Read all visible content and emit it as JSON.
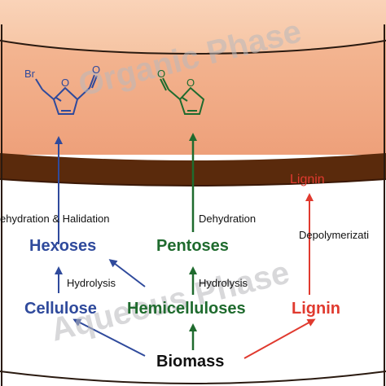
{
  "phases": {
    "organic": "Organic Phase",
    "aqueous": "Aqueous Phase"
  },
  "layer_label": "Lignin",
  "process_labels": {
    "dehydration_halidation": "ehydration & Halidation",
    "dehydration": "Dehydration",
    "depolymerization": "Depolymerizati",
    "hydrolysis_left": "Hydrolysis",
    "hydrolysis_right": "Hydrolysis"
  },
  "compounds": {
    "hexoses": "Hexoses",
    "pentoses": "Pentoses",
    "cellulose": "Cellulose",
    "hemicelluloses": "Hemicelluloses",
    "lignin": "Lignin",
    "biomass": "Biomass"
  },
  "molecules": {
    "left_substituent": "Br",
    "left_ring_atom": "O",
    "left_carbonyl": "O",
    "right_ring_atom": "O",
    "right_carbonyl": "O"
  },
  "colors": {
    "organic_top": "#f7c4a3",
    "organic_body": "#f2b08b",
    "brown_band": "#5a2a0c",
    "blue": "#2f4a9c",
    "green": "#1f6b2e",
    "red": "#e03a2f",
    "black": "#111111"
  }
}
